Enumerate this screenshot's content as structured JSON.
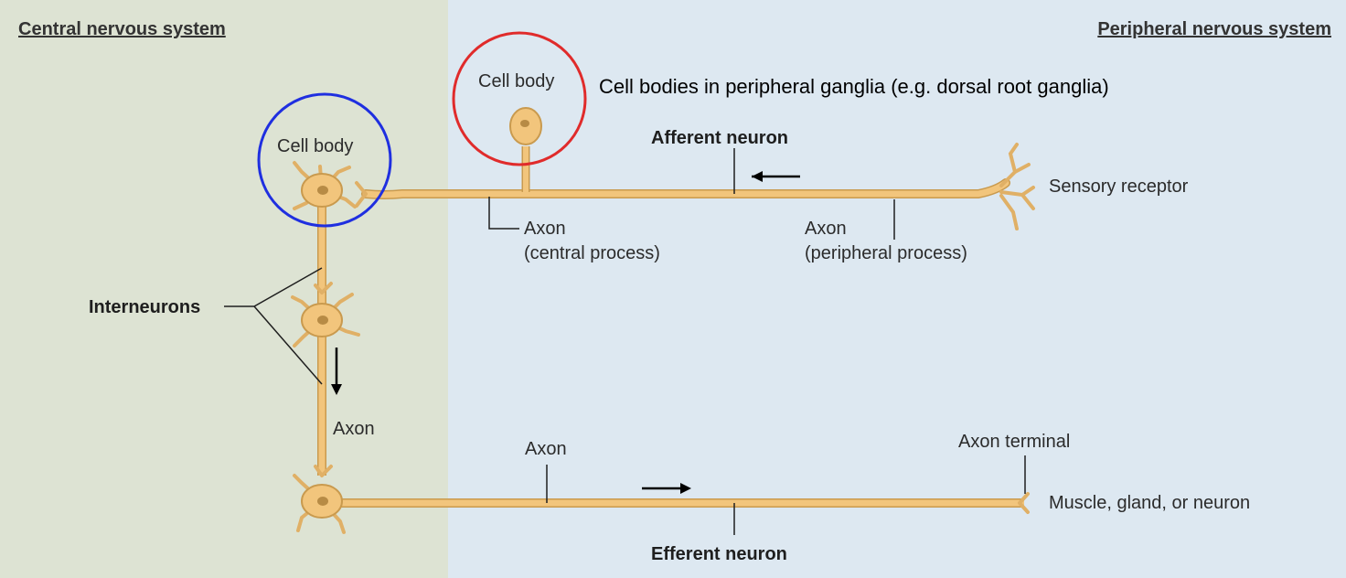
{
  "regions": {
    "cns_title": "Central nervous system",
    "pns_title": "Peripheral nervous system"
  },
  "labels": {
    "cell_body_cns": "Cell body",
    "cell_body_pns": "Cell body",
    "annotation": "Cell bodies in peripheral ganglia (e.g. dorsal root ganglia)",
    "afferent_neuron": "Afferent neuron",
    "sensory_receptor": "Sensory receptor",
    "axon_central_line1": "Axon",
    "axon_central_line2": "(central process)",
    "axon_peripheral_line1": "Axon",
    "axon_peripheral_line2": "(peripheral process)",
    "interneurons": "Interneurons",
    "axon_interneuron": "Axon",
    "axon_efferent": "Axon",
    "axon_terminal": "Axon terminal",
    "muscle_gland_neuron": "Muscle, gland, or neuron",
    "efferent_neuron": "Efferent neuron"
  },
  "colors": {
    "cns_background": "#dde3d3",
    "pns_background": "#dde8f1",
    "neuron_fill": "#f2c57c",
    "neuron_stroke": "#c99a4e",
    "nucleus": "#b78b45",
    "highlight_cns": "#1f2fe0",
    "highlight_pns": "#e02b2b"
  }
}
